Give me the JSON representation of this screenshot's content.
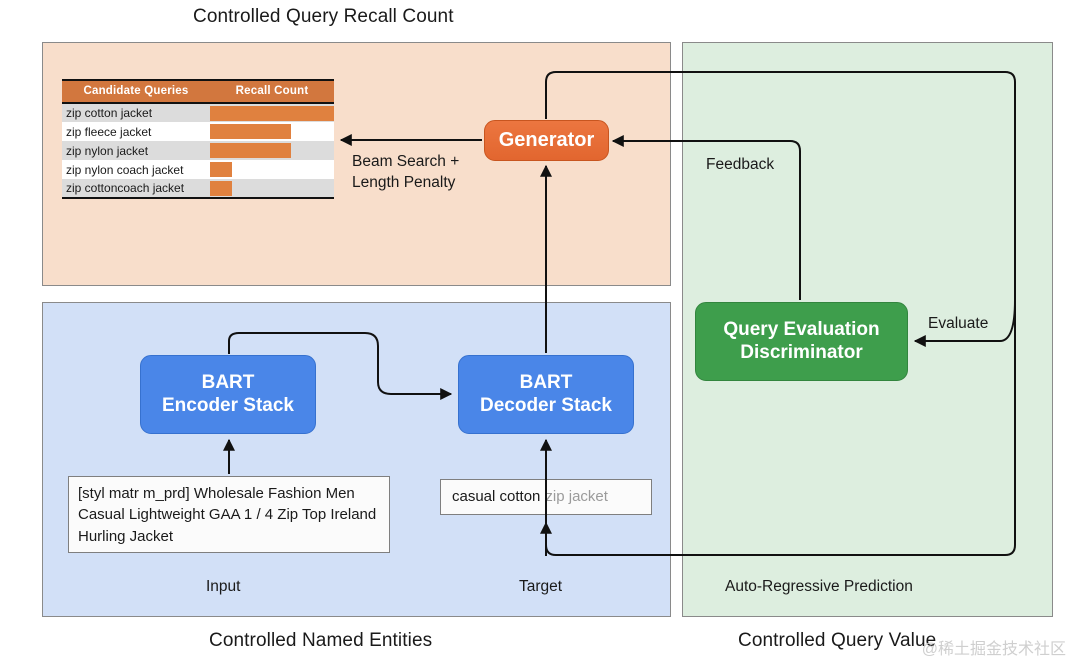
{
  "titles": {
    "top": "Controlled Query Recall Count",
    "bottom_left": "Controlled Named Entities",
    "bottom_right": "Controlled Query Value"
  },
  "panels": {
    "orange": {
      "caption": ""
    },
    "blue": {
      "caption_input": "Input",
      "caption_target": "Target"
    },
    "green": {
      "caption": "Auto-Regressive Prediction"
    }
  },
  "recall_table": {
    "headers": [
      "Candidate Queries",
      "Recall Count"
    ],
    "rows": [
      {
        "query": "zip cotton jacket",
        "bar_pct": 100
      },
      {
        "query": "zip fleece jacket",
        "bar_pct": 65
      },
      {
        "query": "zip nylon jacket",
        "bar_pct": 65
      },
      {
        "query": "zip nylon coach jacket",
        "bar_pct": 18
      },
      {
        "query": "zip cottoncoach jacket",
        "bar_pct": 18
      }
    ]
  },
  "nodes": {
    "generator": {
      "label": "Generator",
      "color": "#e2662f"
    },
    "encoder": {
      "line1": "BART",
      "line2": "Encoder Stack",
      "color": "#4a86e8"
    },
    "decoder": {
      "line1": "BART",
      "line2": "Decoder Stack",
      "color": "#4a86e8"
    },
    "discriminator": {
      "line1": "Query Evaluation",
      "line2": "Discriminator",
      "color": "#3e9e4c"
    }
  },
  "boxes": {
    "input_text": "[styl matr m_prd] Wholesale Fashion Men Casual Lightweight GAA 1 / 4 Zip Top Ireland Hurling Jacket",
    "target_text_black": "casual cotton",
    "target_text_grey": "zip jacket"
  },
  "edge_labels": {
    "beam_line1": "Beam Search +",
    "beam_line2": "Length Penalty",
    "feedback": "Feedback",
    "evaluate": "Evaluate"
  },
  "watermark": "@稀土掘金技术社区"
}
